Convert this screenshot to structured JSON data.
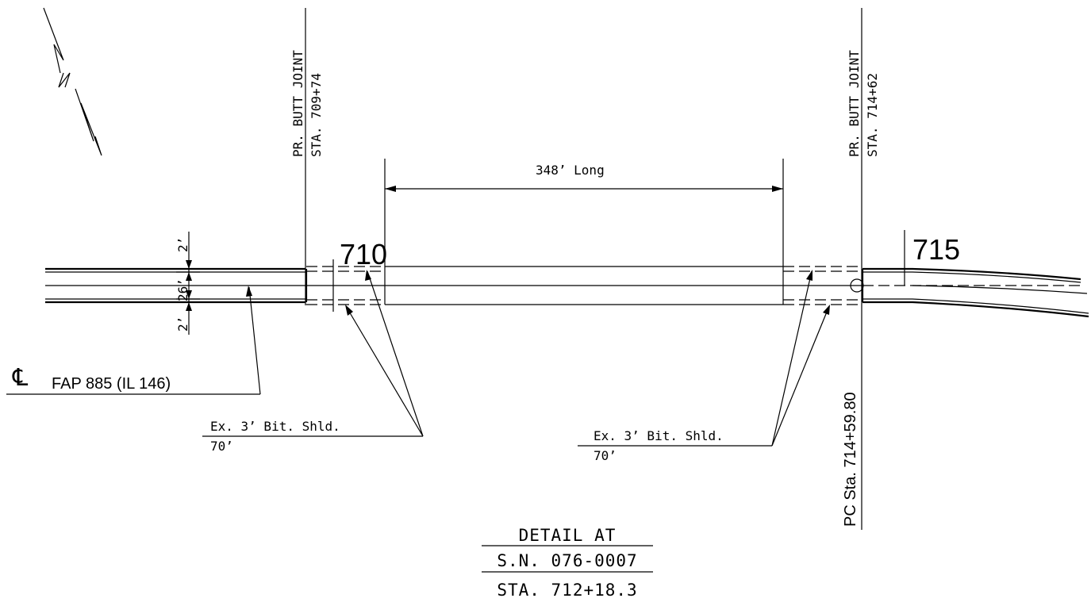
{
  "butt_joint_left": {
    "line1": "PR. BUTT JOINT",
    "line2": "STA. 709+74"
  },
  "butt_joint_right": {
    "line1": "PR. BUTT JOINT",
    "line2": "STA. 714+62"
  },
  "dimension_long": "348’ Long",
  "station_710": "710",
  "station_715": "715",
  "dim_top": "2’",
  "dim_mid": "26’",
  "dim_bottom": "2’",
  "centerline_symbol": "℄",
  "centerline_label": "FAP 885 (IL 146)",
  "shoulder_left": {
    "line1": "Ex. 3’ Bit. Shld.",
    "line2": "70’"
  },
  "shoulder_right": {
    "line1": "Ex. 3’ Bit. Shld.",
    "line2": "70’"
  },
  "pc_station": "PC Sta. 714+59.80",
  "title": {
    "line1": "DETAIL AT",
    "line2": "S.N. 076-0007",
    "line3": "STA. 712+18.3"
  }
}
